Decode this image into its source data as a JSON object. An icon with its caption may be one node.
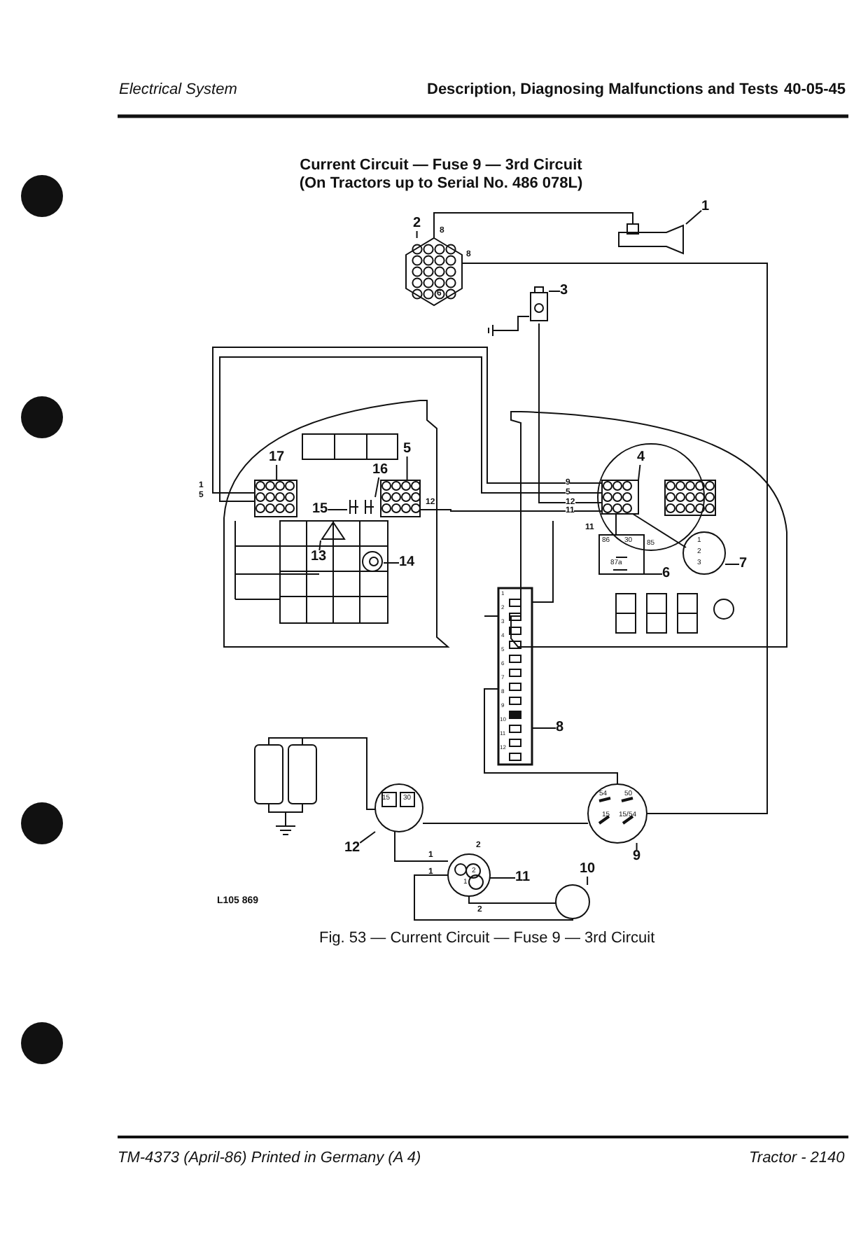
{
  "diagram": {
    "title": "Current Circuit — Fuse 9 — 3rd Circuit (On Tractors up to Serial No. 486 078L)",
    "caption": "Fig. 53 — Current Circuit — Fuse 9 — 3rd Circuit",
    "nodes": [
      {
        "text": [
          "1"
        ]
      },
      {
        "text": [],
        "shape": "picture"
      },
      {
        "text": [
          "2"
        ]
      },
      {
        "text": [],
        "shape": "picture"
      },
      {
        "text": [
          "3"
        ]
      },
      {
        "text": [],
        "shape": "picture"
      },
      {
        "text": [
          "4"
        ]
      },
      {
        "text": [],
        "shape": "picture"
      },
      {
        "text": [
          "5"
        ]
      },
      {
        "text": [],
        "shape": "picture"
      },
      {
        "text": [
          "6"
        ]
      },
      {
        "text": [],
        "shape": "picture"
      },
      {
        "text": [
          "7"
        ]
      },
      {
        "text": [],
        "shape": "circle"
      },
      {
        "text": [
          "8"
        ]
      },
      {
        "text": [],
        "shape": "picture"
      },
      {
        "text": [
          "9"
        ]
      },
      {
        "text": [],
        "shape": "picture"
      },
      {
        "text": [
          "10"
        ]
      },
      {
        "text": [],
        "shape": "circle"
      },
      {
        "text": [
          "11"
        ]
      },
      {
        "text": [],
        "shape": "picture"
      },
      {
        "text": [
          "12"
        ]
      },
      {
        "text": [],
        "shape": "picture"
      },
      {
        "text": [
          "13"
        ]
      },
      {
        "text": [],
        "shape": "picture"
      },
      {
        "text": [
          "14"
        ]
      },
      {
        "text": [],
        "shape": "picture"
      },
      {
        "text": [
          "15"
        ]
      },
      {
        "text": [],
        "shape": "picture"
      },
      {
        "text": [
          "16"
        ]
      },
      {
        "text": [],
        "shape": "picture"
      },
      {
        "text": [
          "17"
        ]
      },
      {
        "text": [],
        "shape": "picture"
      },
      {
        "text": [],
        "shape": "picture"
      }
    ],
    "edges": [
      {
        "from": 0,
        "to": 1,
        "arrow": "none"
      },
      {
        "from": 2,
        "to": 3,
        "arrow": "none"
      },
      {
        "from": 4,
        "to": 5,
        "arrow": "none"
      },
      {
        "from": 6,
        "to": 7,
        "arrow": "none"
      },
      {
        "from": 8,
        "to": 9,
        "arrow": "none"
      },
      {
        "from": 10,
        "to": 11,
        "arrow": "none"
      },
      {
        "from": 12,
        "to": 13,
        "arrow": "none"
      },
      {
        "from": 14,
        "to": 15,
        "arrow": "none"
      },
      {
        "from": 16,
        "to": 17,
        "arrow": "none"
      },
      {
        "from": 18,
        "to": 19,
        "arrow": "none"
      },
      {
        "from": 20,
        "to": 21,
        "arrow": "none"
      },
      {
        "from": 22,
        "to": 23,
        "arrow": "none"
      },
      {
        "from": 24,
        "to": 25,
        "arrow": "none"
      },
      {
        "from": 26,
        "to": 27,
        "arrow": "none"
      },
      {
        "from": 28,
        "to": 29,
        "arrow": "none"
      },
      {
        "from": 30,
        "to": 31,
        "arrow": "none"
      },
      {
        "from": 32,
        "to": 33,
        "arrow": "none"
      },
      {
        "from": 3,
        "to": 1,
        "arrow": "none"
      },
      {
        "from": 3,
        "to": 17,
        "arrow": "none"
      },
      {
        "from": 15,
        "to": 17,
        "arrow": "none"
      },
      {
        "from": 17,
        "to": 23,
        "arrow": "none"
      },
      {
        "from": 23,
        "to": 21,
        "arrow": "none"
      },
      {
        "from": 21,
        "to": 19,
        "arrow": "none"
      },
      {
        "from": 7,
        "to": 13,
        "arrow": "none"
      },
      {
        "from": 7,
        "to": 11,
        "arrow": "none"
      },
      {
        "from": 33,
        "to": 7,
        "arrow": "none"
      },
      {
        "from": 33,
        "to": 7,
        "arrow": "none"
      },
      {
        "from": 5,
        "to": 7,
        "arrow": "none"
      },
      {
        "from": 9,
        "to": 7,
        "arrow": "none"
      },
      {
        "from": 21,
        "to": 19,
        "arrow": "none"
      },
      {
        "from": 34,
        "to": 23,
        "arrow": "none"
      }
    ],
    "labels": [
      "Electrical System",
      "Description, Diagnosing Malfunctions and Tests",
      "40-05-45",
      "8",
      "8",
      "6",
      "1",
      "5",
      "12",
      "9",
      "5",
      "12",
      "11",
      "11",
      "86",
      "30",
      "85",
      "87a",
      "1",
      "2",
      "3",
      "1",
      "2",
      "3",
      "4",
      "5",
      "6",
      "7",
      "8",
      "9",
      "10",
      "11",
      "12",
      "54",
      "50",
      "15",
      "15/54",
      "15",
      "30",
      "2",
      "1",
      "1",
      "2",
      "1",
      "2",
      "L105 869",
      "TM-4373 (April-86) Printed in Germany (A 4)",
      "Tractor - 2140"
    ]
  }
}
